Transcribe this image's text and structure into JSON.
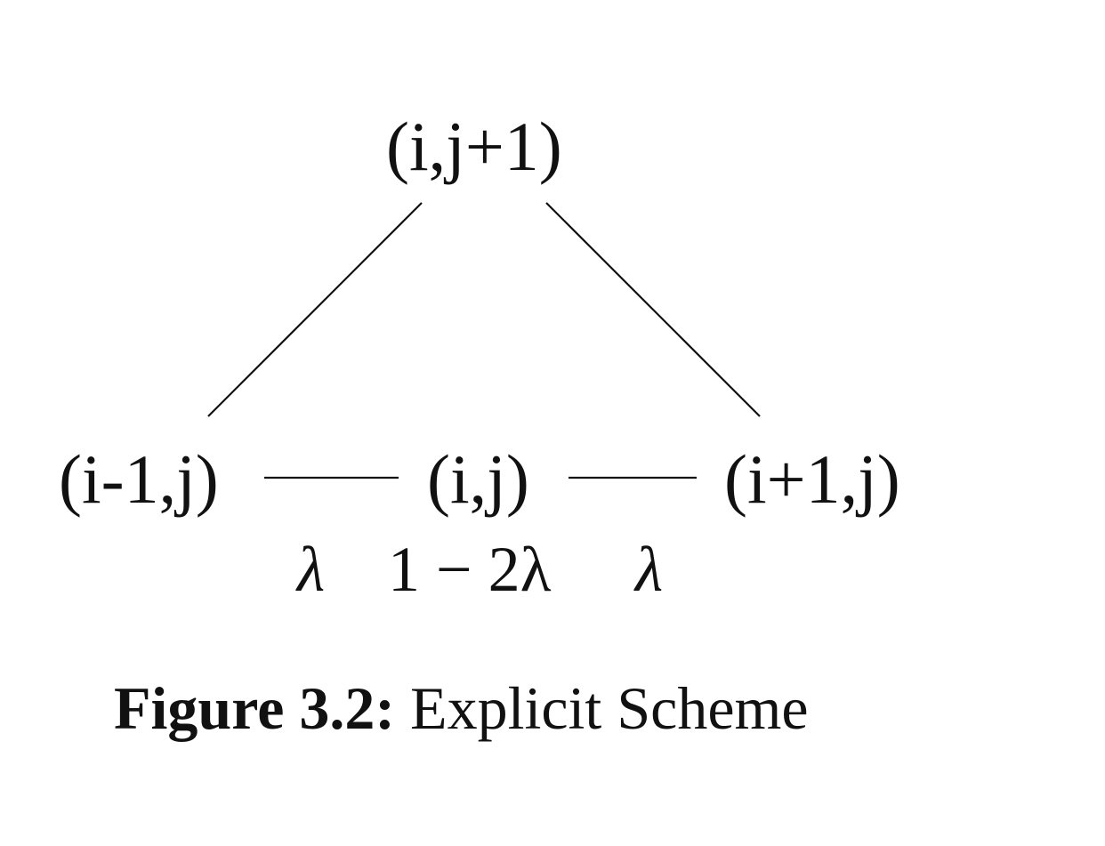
{
  "diagram": {
    "nodes": {
      "top": "(i,j+1)",
      "left": "(i-1,j)",
      "center": "(i,j)",
      "right": "(i+1,j)"
    },
    "weights": {
      "left": "λ",
      "center": "1 − 2λ",
      "right": "λ"
    },
    "edges": [
      {
        "from": "top",
        "to": "left"
      },
      {
        "from": "top",
        "to": "right"
      },
      {
        "from": "left",
        "to": "center"
      },
      {
        "from": "center",
        "to": "right"
      }
    ]
  },
  "caption": {
    "label": "Figure 3.2:",
    "text": "Explicit Scheme"
  }
}
